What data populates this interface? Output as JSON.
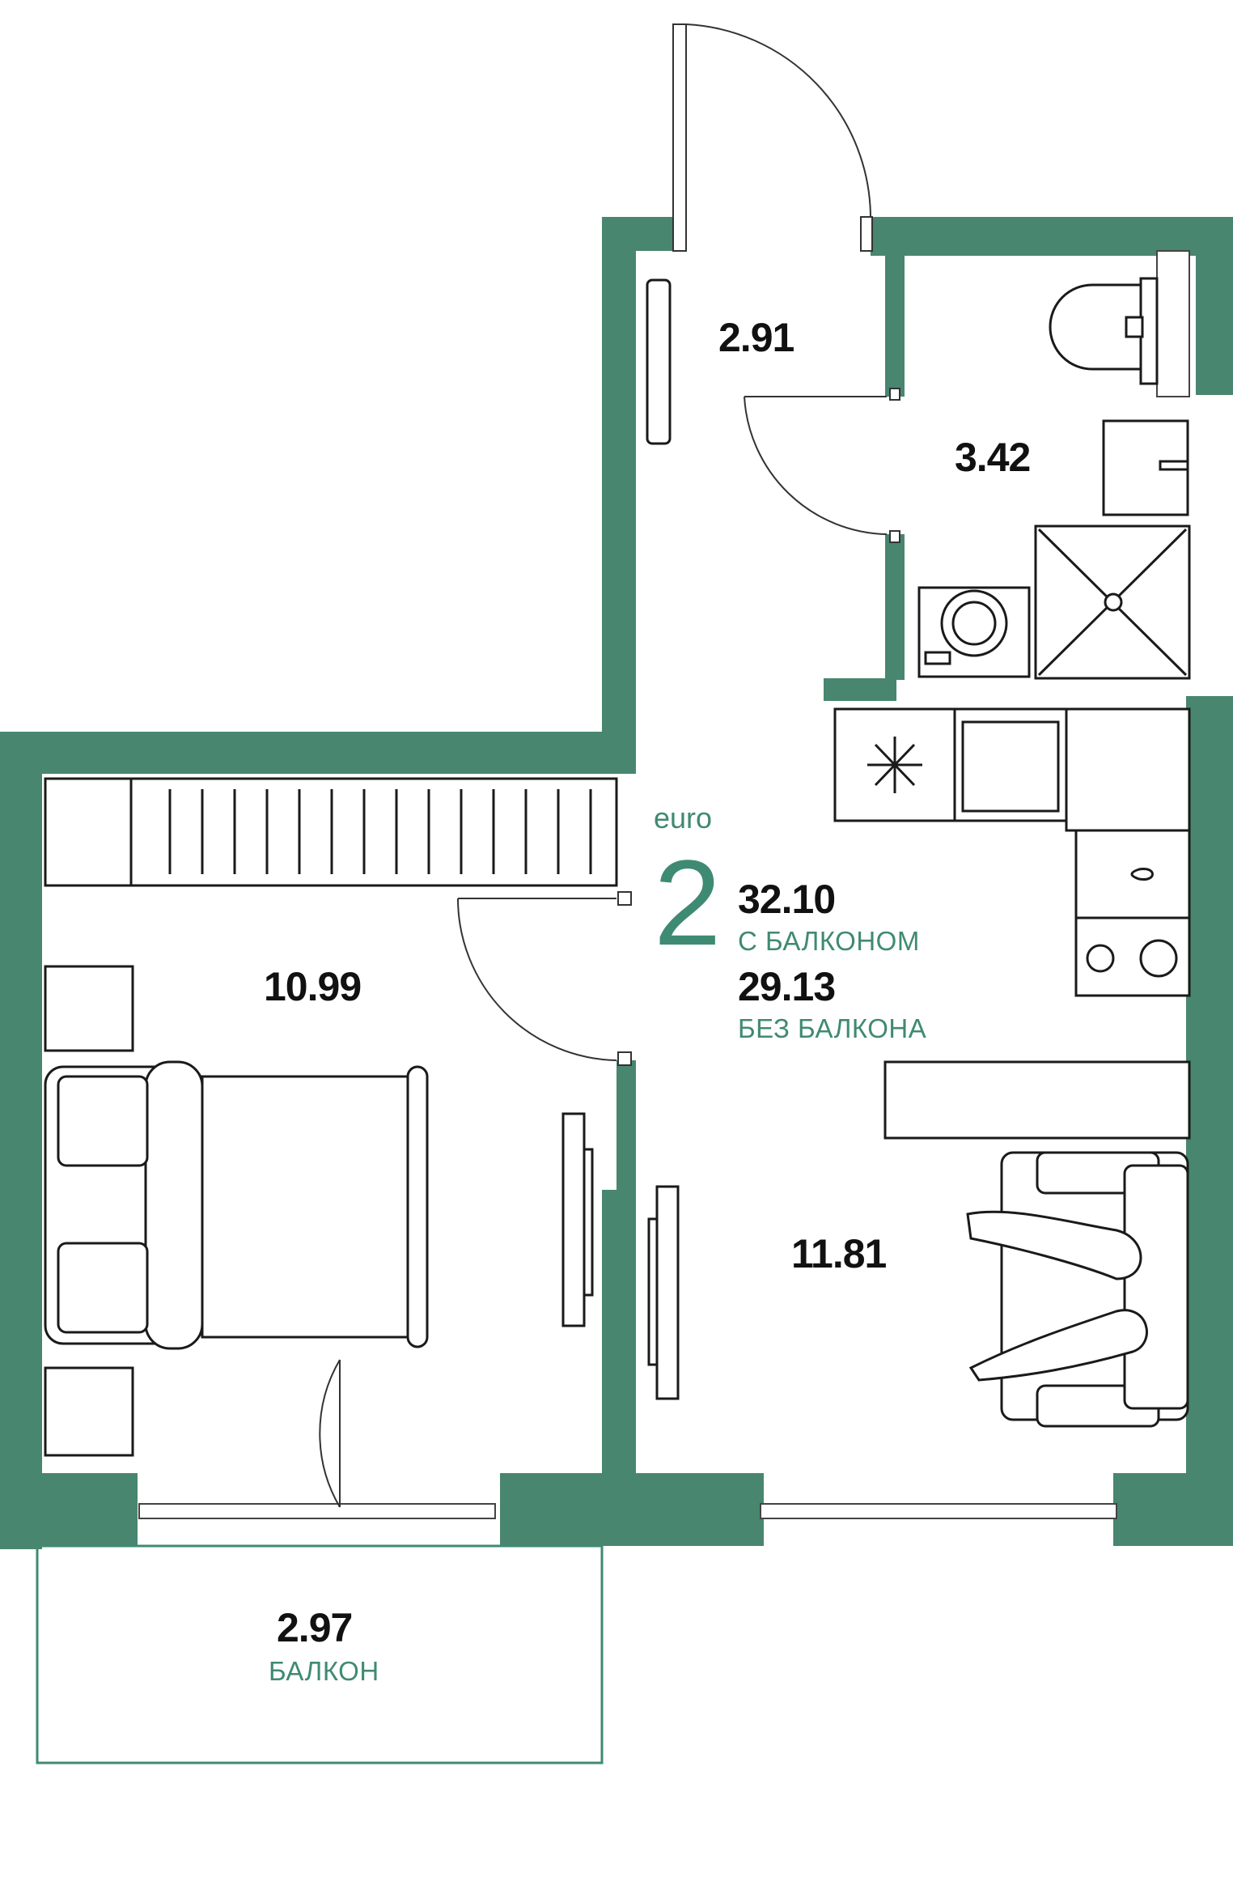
{
  "plan": {
    "euro_label": "euro",
    "rooms_count": "2",
    "area_with_balcony": "32.10",
    "with_balcony_caption": "С БАЛКОНОМ",
    "area_without_balcony": "29.13",
    "without_balcony_caption": "БЕЗ БАЛКОНА"
  },
  "rooms": {
    "hallway": {
      "area": "2.91"
    },
    "bathroom": {
      "area": "3.42"
    },
    "bedroom": {
      "area": "10.99"
    },
    "kitchen_living": {
      "area": "11.81"
    },
    "balcony": {
      "area": "2.97",
      "caption": "БАЛКОН"
    }
  },
  "colors": {
    "wall": "#48866f",
    "accent_text": "#3f8a72",
    "furniture_stroke": "#1a1a1a"
  },
  "icons": [
    "snowflake-icon",
    "washing-machine-icon",
    "toilet-icon",
    "shower-icon",
    "sink-icon",
    "stove-icon",
    "bed-icon",
    "sofa-icon",
    "radiator-icon",
    "tv-icon"
  ]
}
